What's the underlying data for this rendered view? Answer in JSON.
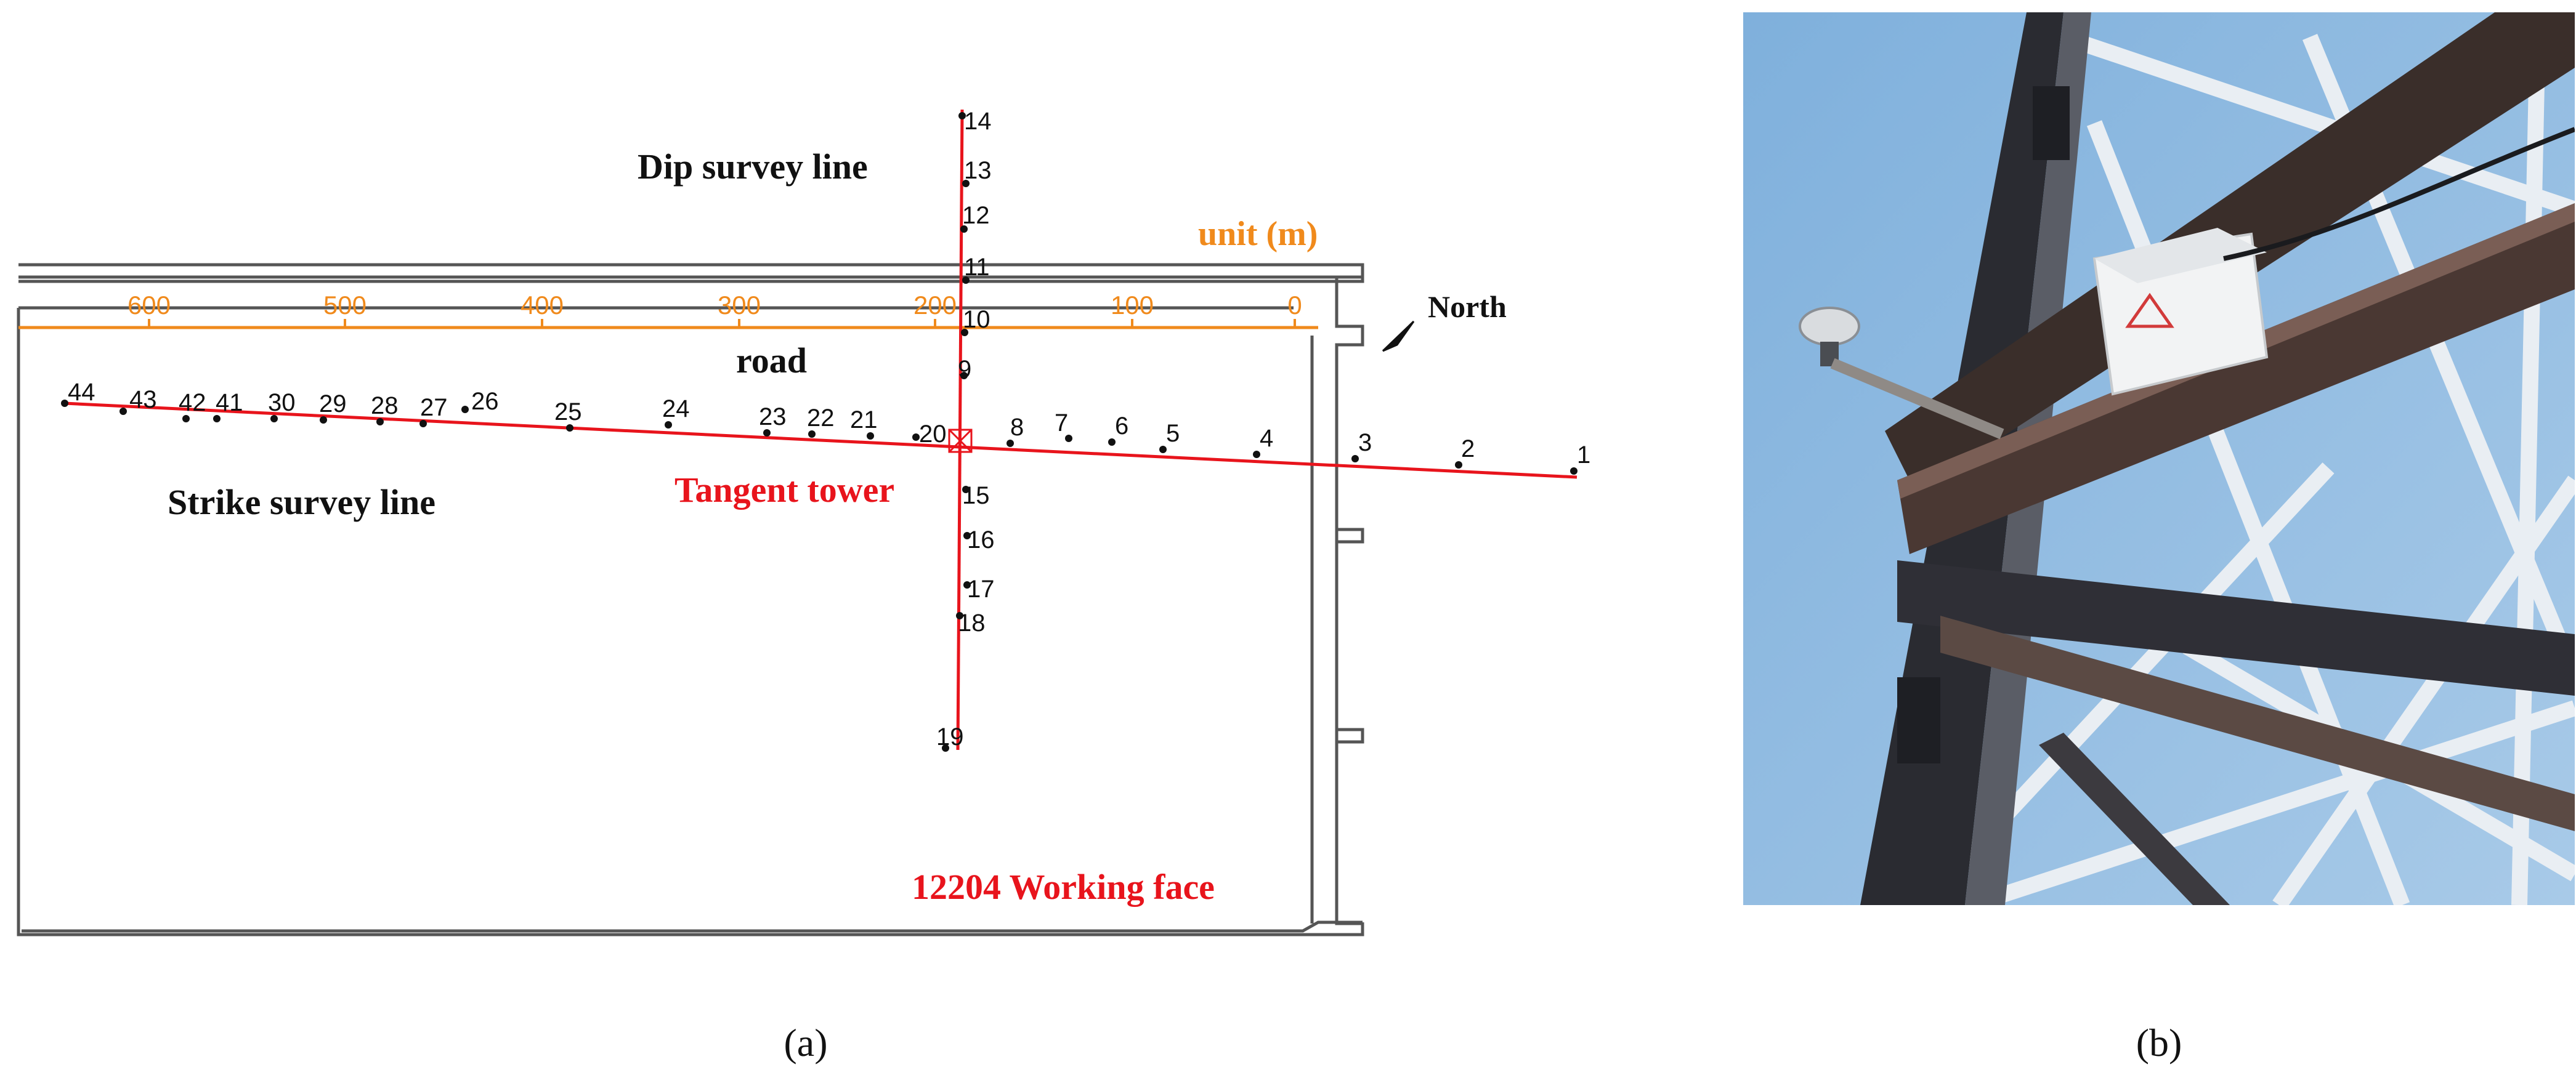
{
  "panel_a": {
    "label_dip": "Dip survey line",
    "label_strike": "Strike survey line",
    "label_unit": "unit (m)",
    "label_north": "North",
    "label_road": "road",
    "label_tower": "Tangent tower",
    "label_face": "12204 Working face",
    "scale_ticks": [
      "600",
      "500",
      "400",
      "300",
      "200",
      "100",
      "0"
    ],
    "strike_points": [
      "1",
      "2",
      "3",
      "4",
      "5",
      "6",
      "7",
      "8",
      "20",
      "21",
      "22",
      "23",
      "24",
      "25",
      "26",
      "27",
      "28",
      "29",
      "30",
      "41",
      "42",
      "43",
      "44"
    ],
    "dip_points": [
      "14",
      "13",
      "12",
      "11",
      "10",
      "9",
      "15",
      "16",
      "17",
      "18",
      "19"
    ]
  },
  "captions": {
    "a": "(a)",
    "b": "(b)"
  },
  "colors": {
    "survey_line": "#e8141c",
    "scale": "#f08a1c",
    "outline": "#555555",
    "text": "#111111"
  }
}
